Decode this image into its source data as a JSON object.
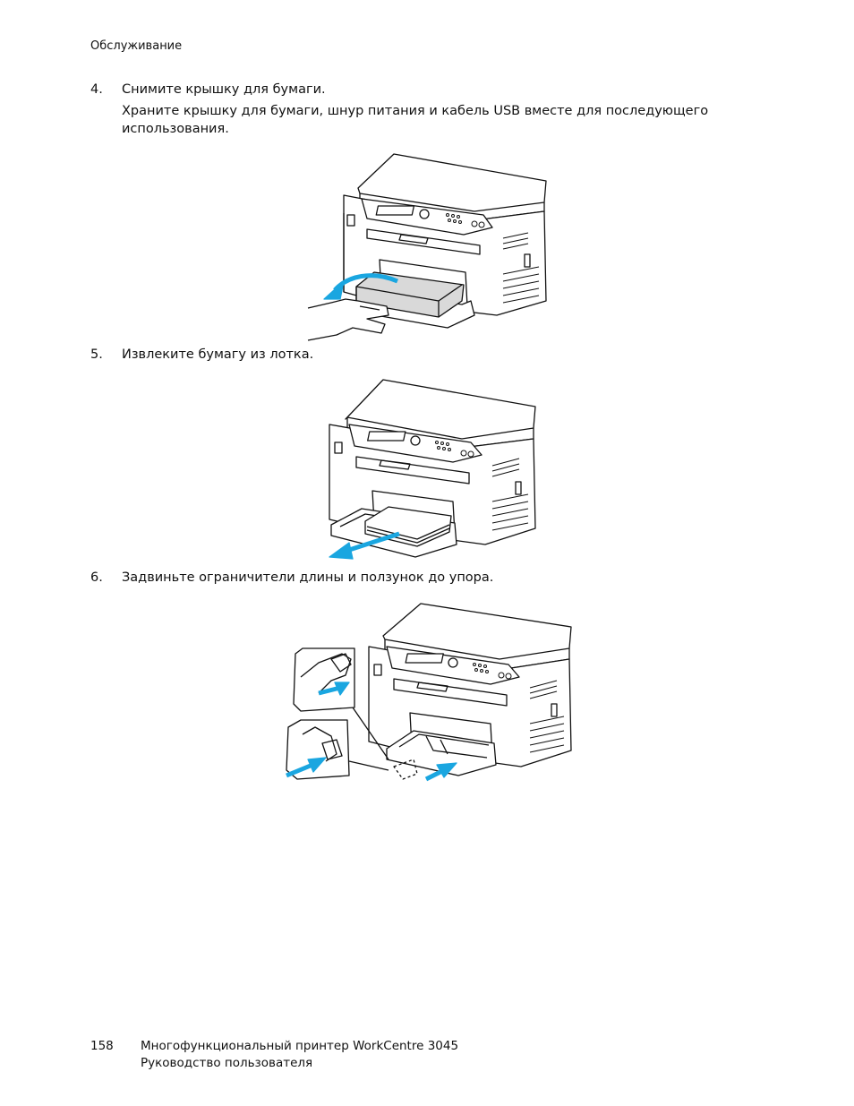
{
  "header": {
    "section": "Обслуживание"
  },
  "steps": [
    {
      "number": "4.",
      "text": "Снимите крышку для бумаги."
    },
    {
      "number": "5.",
      "text": "Извлеките бумагу из лотка."
    },
    {
      "number": "6.",
      "text": "Задвиньте ограничители длины и ползунок до упора."
    }
  ],
  "notes": {
    "step4_line1": "Храните крышку для бумаги, шнур питания и кабель USB вместе для последующего",
    "step4_line2": "использования."
  },
  "colors": {
    "arrow": "#1aa6e0",
    "line": "#111111",
    "paper": "#d9d9d9"
  },
  "footer": {
    "page_number": "158",
    "product": "Многофункциональный принтер WorkCentre 3045",
    "guide": "Руководство пользователя"
  }
}
